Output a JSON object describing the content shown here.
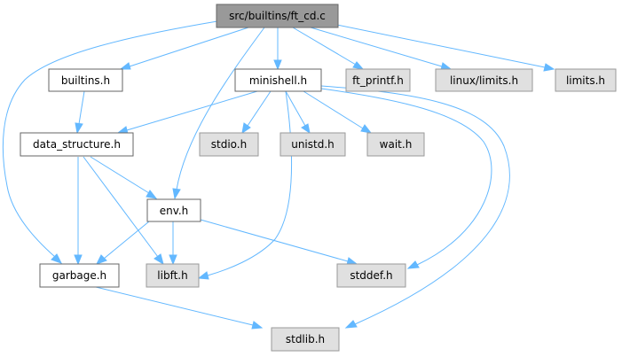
{
  "colors": {
    "edge": "#63b8ff",
    "root_fill": "#999999",
    "root_border": "#666666",
    "file_fill": "#ffffff",
    "file_border": "#666666",
    "system_fill": "#e0e0e0",
    "system_border": "#999999"
  },
  "nodes": {
    "ft_cd_c": "src/builtins/ft_cd.c",
    "builtins_h": "builtins.h",
    "minishell_h": "minishell.h",
    "ft_printf_h": "ft_printf.h",
    "linux_limits_h": "linux/limits.h",
    "limits_h": "limits.h",
    "data_structure_h": "data_structure.h",
    "stdio_h": "stdio.h",
    "unistd_h": "unistd.h",
    "wait_h": "wait.h",
    "env_h": "env.h",
    "garbage_h": "garbage.h",
    "libft_h": "libft.h",
    "stddef_h": "stddef.h",
    "stdlib_h": "stdlib.h"
  }
}
